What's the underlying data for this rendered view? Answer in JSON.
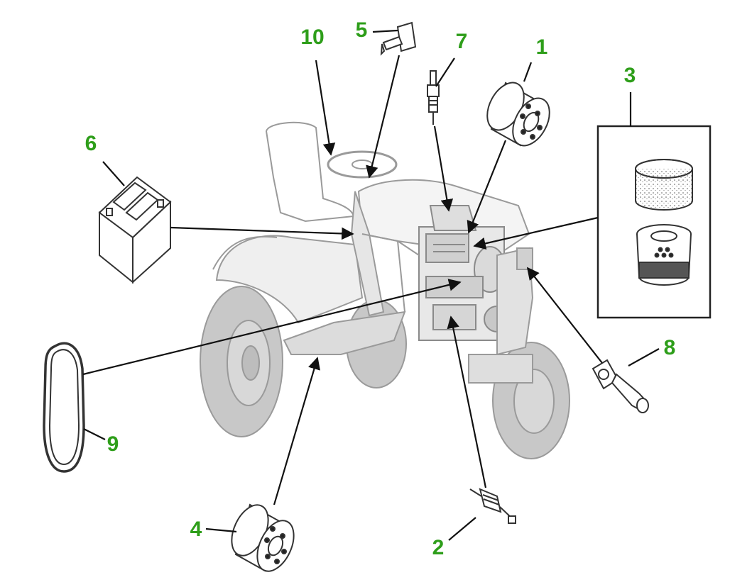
{
  "callouts": [
    {
      "id": "1",
      "label": "1"
    },
    {
      "id": "2",
      "label": "2"
    },
    {
      "id": "3",
      "label": "3"
    },
    {
      "id": "4",
      "label": "4"
    },
    {
      "id": "5",
      "label": "5"
    },
    {
      "id": "6",
      "label": "6"
    },
    {
      "id": "7",
      "label": "7"
    },
    {
      "id": "8",
      "label": "8"
    },
    {
      "id": "9",
      "label": "9"
    },
    {
      "id": "10",
      "label": "10"
    }
  ],
  "colors": {
    "callout_text": "#2e9e1a",
    "tractor_fill": "#c8c8c8",
    "tractor_stroke": "#9a9a9a",
    "part_stroke": "#333333",
    "arrow": "#111111"
  },
  "parts": {
    "1": "oil-filter",
    "2": "fuel-filter",
    "3": "air-filter-set",
    "4": "oil-filter",
    "5": "ignition-key",
    "6": "battery",
    "7": "spark-plug",
    "8": "headlight-bulb",
    "9": "drive-belt",
    "10": "steering-wheel"
  }
}
